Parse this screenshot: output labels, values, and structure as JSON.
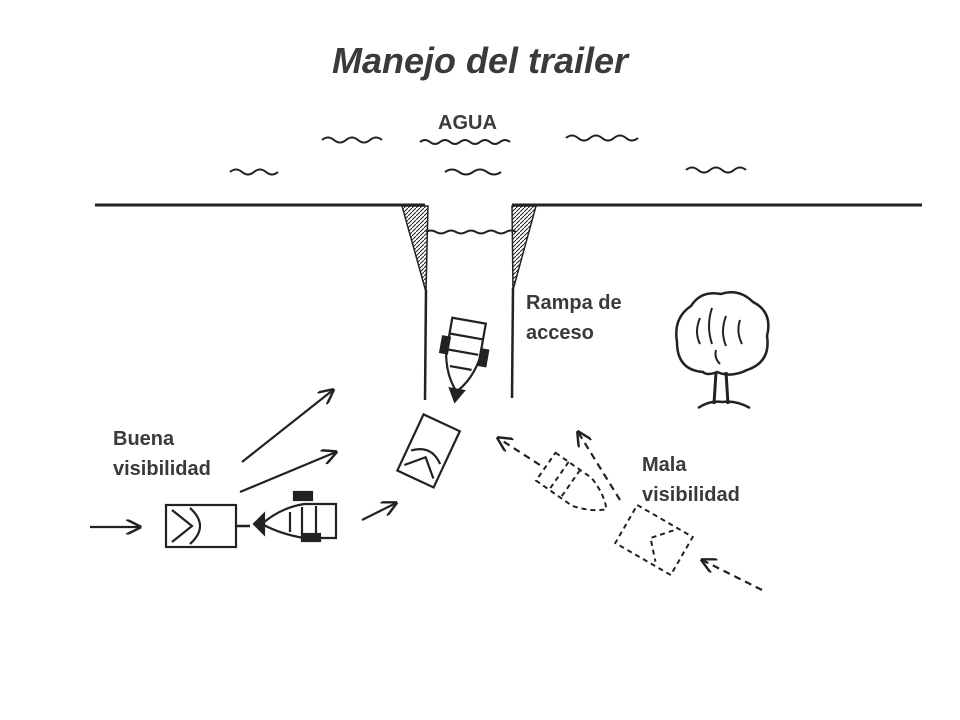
{
  "title": "Manejo del trailer",
  "labels": {
    "water": "AGUA",
    "ramp": [
      "Rampa de",
      "acceso"
    ],
    "good_visibility": [
      "Buena",
      "visibilidad"
    ],
    "bad_visibility": [
      "Mala",
      "visibilidad"
    ]
  }
}
